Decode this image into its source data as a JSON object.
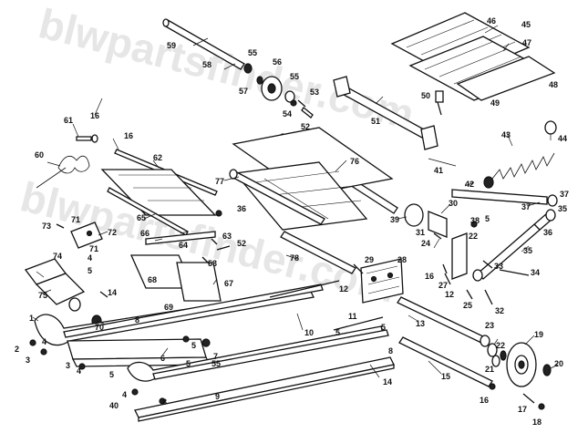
{
  "watermark": {
    "top": "blwpartsfinder.com",
    "bottom": "blwpartsfinder.com"
  },
  "callouts": {
    "c1": "1",
    "c2": "2",
    "c3": "3",
    "c4": "4",
    "c5": "5",
    "c6": "6",
    "c7": "7",
    "c8": "8",
    "c9": "9",
    "c10": "10",
    "c11": "11",
    "c12": "12",
    "c13": "13",
    "c14": "14",
    "c15": "15",
    "c16": "16",
    "c17": "17",
    "c18": "18",
    "c19": "19",
    "c20": "20",
    "c21": "21",
    "c22": "22",
    "c23": "23",
    "c24": "24",
    "c25": "25",
    "c27": "27",
    "c28": "28",
    "c29": "29",
    "c30": "30",
    "c31": "31",
    "c32": "32",
    "c33": "33",
    "c34": "34",
    "c35": "35",
    "c36": "36",
    "c37": "37",
    "c38": "38",
    "c39": "39",
    "c40": "40",
    "c41": "41",
    "c42": "42",
    "c43": "43",
    "c44": "44",
    "c45": "45",
    "c46": "46",
    "c47": "47",
    "c48": "48",
    "c49": "49",
    "c50": "50",
    "c51": "51",
    "c52": "52",
    "c53": "53",
    "c54": "54",
    "c55": "55",
    "c56": "56",
    "c57": "57",
    "c58": "58",
    "c59": "59",
    "c60": "60",
    "c61": "61",
    "c62": "62",
    "c63": "63",
    "c64": "64",
    "c65": "65",
    "c66": "66",
    "c67": "67",
    "c68": "68",
    "c69": "69",
    "c70": "70",
    "c71": "71",
    "c72": "72",
    "c73": "73",
    "c74": "74",
    "c75": "75",
    "c76": "76",
    "c77": "77",
    "c78": "78"
  }
}
